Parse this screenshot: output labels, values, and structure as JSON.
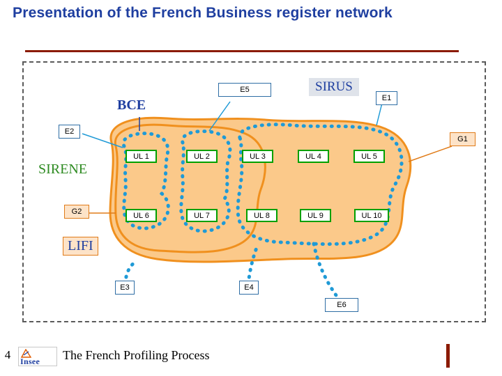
{
  "slide": {
    "title": "Presentation of the French Business register network",
    "footer": {
      "page_number": "4",
      "logo_text": "Insee",
      "caption": "The French Profiling Process"
    }
  },
  "diagram": {
    "registers": {
      "bce": "BCE",
      "sirene": "SIRENE",
      "sirus": "SIRUS",
      "lifi": "LIFI"
    },
    "units": [
      {
        "label": "UL 1"
      },
      {
        "label": "UL 2"
      },
      {
        "label": "UL 3"
      },
      {
        "label": "UL 4"
      },
      {
        "label": "UL 5"
      },
      {
        "label": "UL 6"
      },
      {
        "label": "UL 7"
      },
      {
        "label": "UL 8"
      },
      {
        "label": "UL 9"
      },
      {
        "label": "UL 10"
      }
    ],
    "tags": [
      {
        "label": "E5"
      },
      {
        "label": "E1"
      },
      {
        "label": "E2"
      },
      {
        "label": "E3"
      },
      {
        "label": "E4"
      },
      {
        "label": "E6"
      },
      {
        "label": "G1"
      },
      {
        "label": "G2"
      }
    ],
    "colors": {
      "accent_blue": "#1f3fa0",
      "rule_red": "#8b1a00",
      "group_orange": "#f7a84a",
      "group_orange_fill": "#fbc98a",
      "dotted_blue": "#1f9ad6",
      "unit_border_green": "#00a000",
      "sirene_green": "#2e8b22"
    }
  }
}
